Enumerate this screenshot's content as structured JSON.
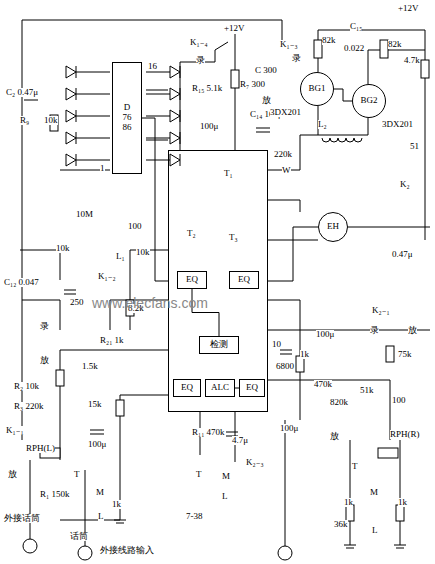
{
  "diagram": {
    "nodes": [
      {
        "text": [
          "D7686"
        ]
      },
      {
        "text": [
          "T₁",
          "T₂",
          "T₃"
        ]
      },
      {
        "text": [
          "EQ"
        ],
        "in": 1
      },
      {
        "text": [
          "EQ"
        ],
        "in": 1
      },
      {
        "text": [
          "检测"
        ],
        "in": 1
      },
      {
        "text": [
          "EQ"
        ],
        "in": 1
      },
      {
        "text": [
          "ALC"
        ],
        "in": 1
      },
      {
        "text": [
          "EQ"
        ],
        "in": 1
      },
      {
        "text": [
          "BG1"
        ]
      },
      {
        "text": [
          "BG2"
        ]
      },
      {
        "text": [
          "EH"
        ]
      }
    ],
    "edges": [
      {
        "from": 0,
        "to": 1,
        "arrow": "none"
      },
      {
        "from": 8,
        "to": 9,
        "arrow": "none"
      },
      {
        "from": 1,
        "to": 10,
        "arrow": "none"
      },
      {
        "from": 2,
        "to": 4,
        "arrow": "none"
      },
      {
        "from": 6,
        "to": 7,
        "arrow": "none"
      }
    ],
    "labels": [
      "+12V",
      "K₁₋₄",
      "录",
      "R₁₅ 5.1k",
      "R₇ 300",
      "100μ",
      "C₁₄ 100μ",
      "K₁₋₃",
      "录",
      "放",
      "C 300",
      "+12V",
      "82k",
      "C₁₅",
      "0.022",
      "82k",
      "4.7k",
      "3DX201",
      "3DX201",
      "L₂",
      "51",
      "220k",
      "W",
      "K₂",
      "0.47μ",
      "C₂ 0.47μ",
      "R₉",
      "10k",
      "16",
      "1",
      "10M",
      "10k",
      "100",
      "C₁₂ 0.047",
      "250",
      "K₁₋₂",
      "L₁",
      "10k",
      "8.2k",
      "录",
      "R₂₁ 1k",
      "放",
      "1.5k",
      "R₂ 10k",
      "R₃ 220k",
      "15k",
      "K₁₋₁",
      "RPH(L)",
      "100μ",
      "放",
      "T",
      "M",
      "L",
      "R₁ 150k",
      "1k",
      "外接话筒",
      "话筒",
      "外接线路输入",
      "R₁₁ 470k",
      "4.7μ",
      "K₂₋₃",
      "T",
      "M",
      "L",
      "7-38",
      "10",
      "6800",
      "1k",
      "100μ",
      "470k",
      "820k",
      "51k",
      "K₂₋₁",
      "录",
      "放",
      "75k",
      "100",
      "100μ",
      "放",
      "RPH(R)",
      "T",
      "M",
      "L",
      "1k",
      "1k",
      "36k",
      "www.elecfans.com"
    ]
  }
}
